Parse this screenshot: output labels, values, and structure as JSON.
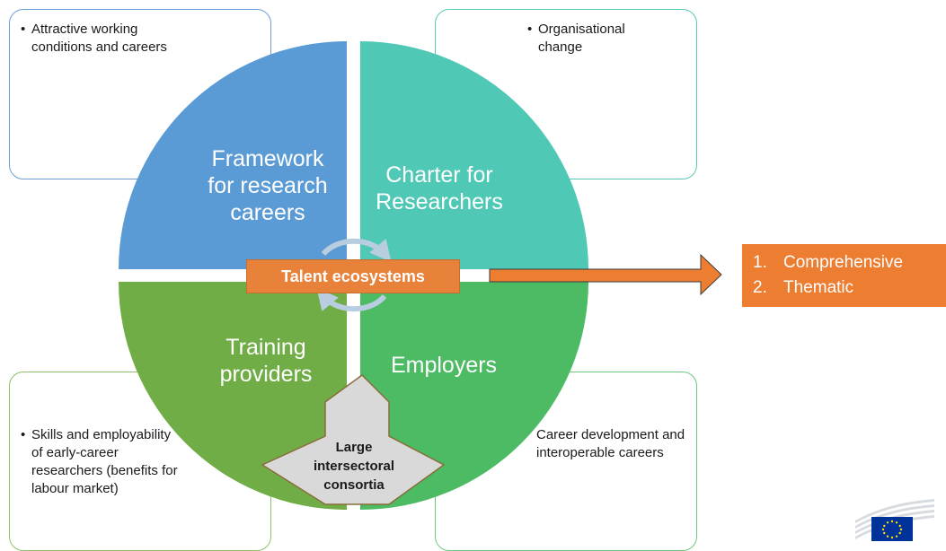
{
  "boxes": {
    "top_left": {
      "bullet": "•",
      "text": "Attractive working conditions and careers"
    },
    "top_right": {
      "bullet": "•",
      "text": "Organisational change"
    },
    "bottom_left": {
      "bullet": "•",
      "text": "Skills and employability of early-career researchers (benefits for labour market)"
    },
    "bottom_right": {
      "text": "Career development and interoperable careers"
    }
  },
  "quadrants": {
    "top_left": {
      "label": "Framework\nfor research\ncareers",
      "color": "#5b9bd5"
    },
    "top_right": {
      "label": "Charter for\nResearchers",
      "color": "#4fc9b5"
    },
    "bottom_left": {
      "label": "Training\nproviders",
      "color": "#70ad47"
    },
    "bottom_right": {
      "label": "Employers",
      "color": "#4dbb63"
    }
  },
  "center": {
    "label": "Talent ecosystems",
    "color": "#e8823a"
  },
  "consortia": {
    "label": "Large\nintersectoral\nconsortia"
  },
  "outcomes": {
    "items": [
      {
        "num": "1.",
        "label": "Comprehensive"
      },
      {
        "num": "2.",
        "label": "Thematic"
      }
    ],
    "color": "#ed7d31"
  },
  "logo": {
    "icon": "eu-flag-icon",
    "color": "#003399"
  }
}
